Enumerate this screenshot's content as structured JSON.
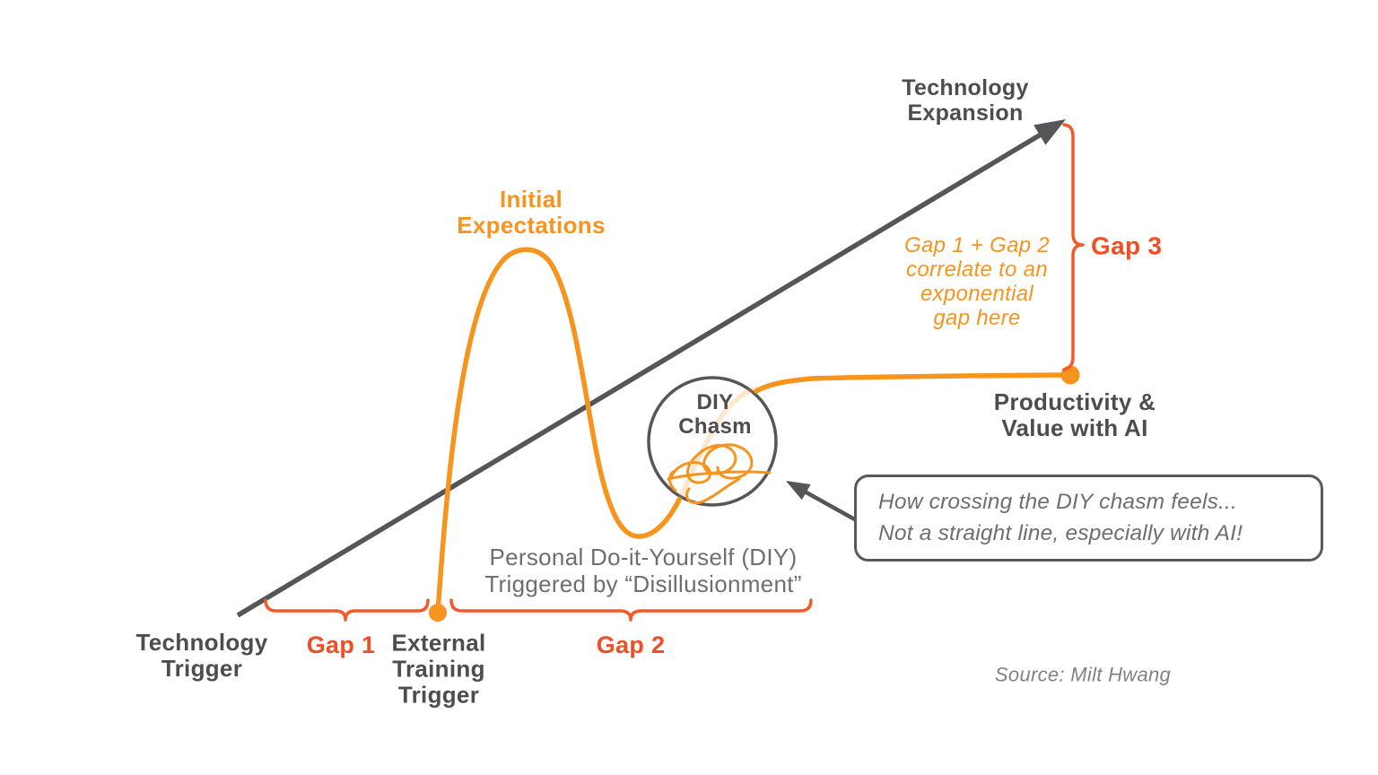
{
  "colors": {
    "curve_orange": "#F7941E",
    "gap_label_red_orange": "#F04E23",
    "brace_orange": "#F15A29",
    "dark_text_gray": "#4D4D4F",
    "body_text_gray": "#6D6E71",
    "source_text_gray": "#808285",
    "line_gray": "#55565A",
    "background": "#FFFFFF"
  },
  "labels": {
    "technology_expansion": "Technology\nExpansion",
    "initial_expectations": "Initial\nExpectations",
    "gap_note": "Gap 1 + Gap 2\ncorrelate to an\nexponential\ngap here",
    "gap_3": "Gap 3",
    "diy_chasm": "DIY\nChasm",
    "productivity_value": "Productivity &\nValue with AI",
    "callout": "How crossing the DIY chasm feels...\nNot a straight line, especially with AI!",
    "personal_diy": "Personal Do-it-Yourself (DIY)\nTriggered by “Disillusionment”",
    "technology_trigger": "Technology\nTrigger",
    "gap_1": "Gap 1",
    "external_training_trigger": "External\nTraining\nTrigger",
    "gap_2": "Gap 2",
    "source": "Source: Milt Hwang"
  }
}
